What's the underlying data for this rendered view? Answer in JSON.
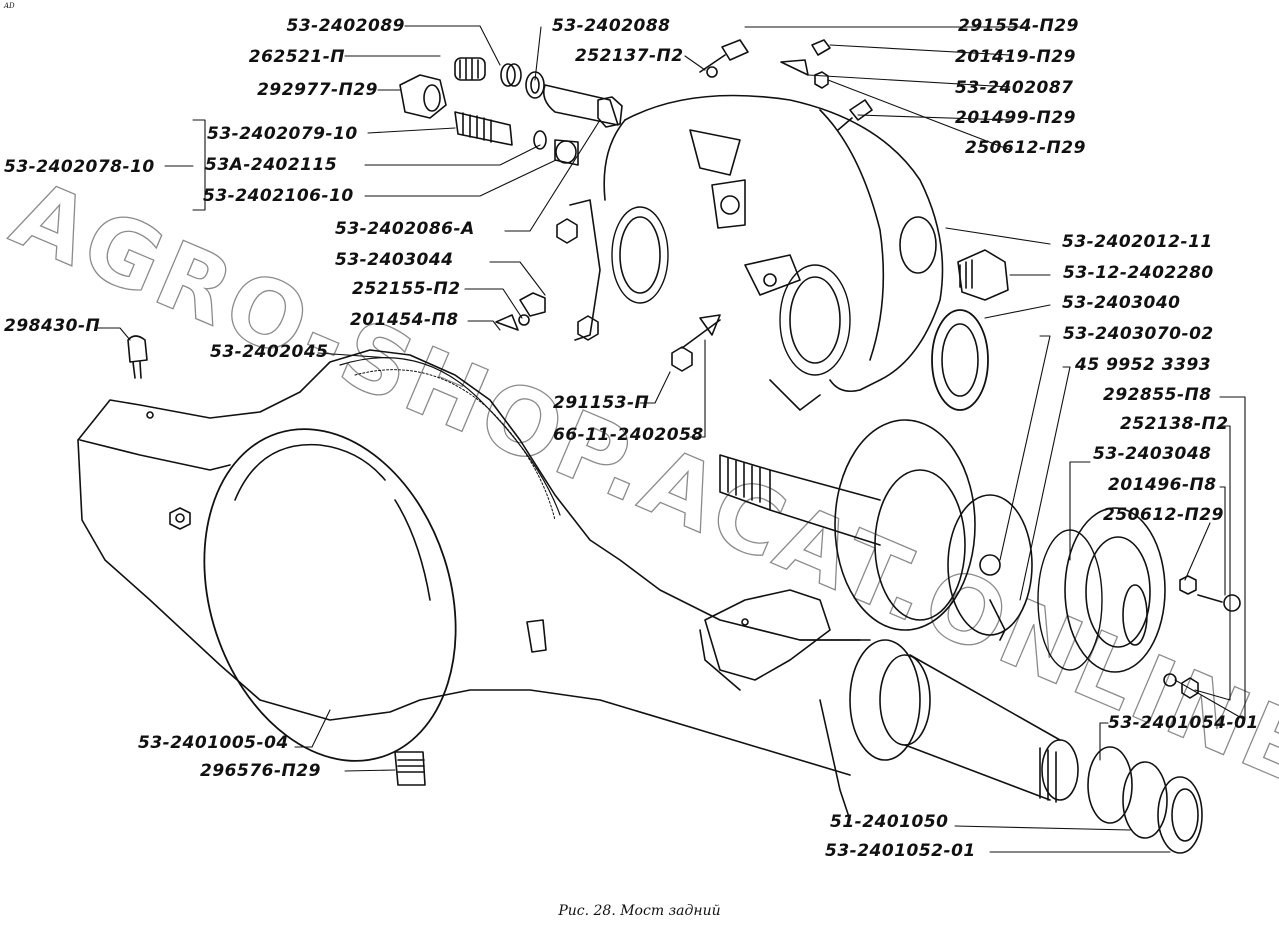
{
  "figure": {
    "corner_mark": "AD",
    "caption": "Рис. 28. Мост задний",
    "watermark": "AGRO-SHOP.ACAT.ONLINE"
  },
  "labels": {
    "l_53_2402089": "53-2402089",
    "l_262521_p": "262521-П",
    "l_292977_p29": "292977-П29",
    "l_53_2402079_10": "53-2402079-10",
    "l_53a_2402115": "53А-2402115",
    "l_53_2402106_10": "53-2402106-10",
    "l_53_2402078_10": "53-2402078-10",
    "l_53_2402088": "53-2402088",
    "l_252137_p2": "252137-П2",
    "l_291554_p29": "291554-П29",
    "l_201419_p29": "201419-П29",
    "l_53_2402087": "53-2402087",
    "l_201499_p29": "201499-П29",
    "l_250612_p29_top": "250612-П29",
    "l_53_2402086_a": "53-2402086-А",
    "l_53_2403044": "53-2403044",
    "l_252155_p2": "252155-П2",
    "l_201454_p8": "201454-П8",
    "l_53_2402045": "53-2402045",
    "l_298430_p": "298430-П",
    "l_291153_p": "291153-П",
    "l_66_11_2402058": "66-11-2402058",
    "l_53_2402012_11": "53-2402012-11",
    "l_53_12_2402280": "53-12-2402280",
    "l_53_2403040": "53-2403040",
    "l_53_2403070_02": "53-2403070-02",
    "l_45_9952_3393": "45 9952 3393",
    "l_292855_p8": "292855-П8",
    "l_252138_p2": "252138-П2",
    "l_53_2403048": "53-2403048",
    "l_201496_p8": "201496-П8",
    "l_250612_p29_hub": "250612-П29",
    "l_53_2401005_04": "53-2401005-04",
    "l_296576_p29": "296576-П29",
    "l_53_2401054_01": "53-2401054-01",
    "l_51_2401050": "51-2401050",
    "l_53_2401052_01": "53-2401052-01"
  }
}
